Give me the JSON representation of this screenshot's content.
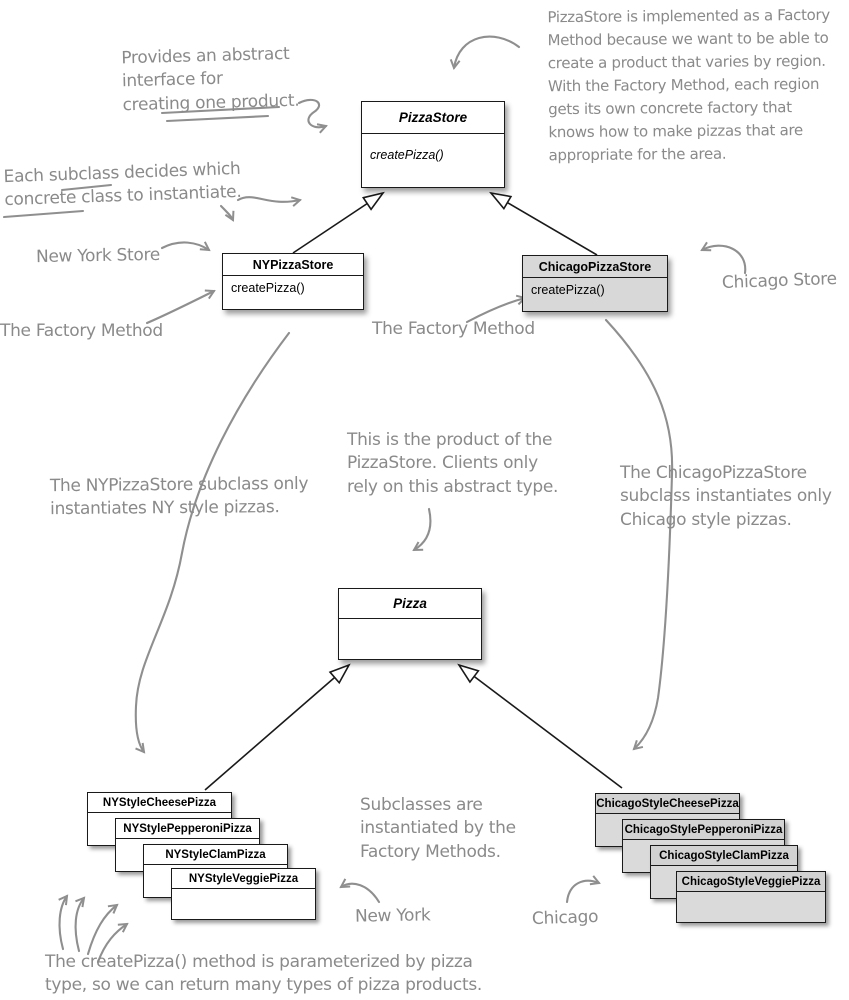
{
  "diagram": {
    "classes": {
      "pizza_store": {
        "name": "PizzaStore",
        "method": "createPizza()"
      },
      "ny_pizza_store": {
        "name": "NYPizzaStore",
        "method": "createPizza()"
      },
      "chicago_pizza_store": {
        "name": "ChicagoPizzaStore",
        "method": "createPizza()"
      },
      "pizza": {
        "name": "Pizza"
      }
    },
    "ny_products": [
      "NYStyleCheesePizza",
      "NYStylePepperoniPizza",
      "NYStyleClamPizza",
      "NYStyleVeggiePizza"
    ],
    "chicago_products": [
      "ChicagoStyleCheesePizza",
      "ChicagoStylePepperoniPizza",
      "ChicagoStyleClamPizza",
      "ChicagoStyleVeggiePizza"
    ]
  },
  "annotations": {
    "provides": "Provides an abstract\ninterface for\ncreating one product.",
    "factory_method_note": "PizzaStore is implemented as a Factory\nMethod because we want to be able to\ncreate a product that varies by region.\nWith the Factory Method, each region\ngets its own concrete factory that\nknows how to make pizzas that are\nappropriate for the area.",
    "each_subclass": "Each subclass decides which\nconcrete class to instantiate.",
    "new_york_store": "New York Store",
    "factory_method_left": "The Factory Method",
    "factory_method_mid": "The Factory Method",
    "chicago_store": "Chicago Store",
    "ny_subclass": "The NYPizzaStore subclass only\ninstantiates NY style pizzas.",
    "product_note": "This is the product of the\nPizzaStore.  Clients only\nrely on this abstract type.",
    "chicago_subclass": "The ChicagoPizzaStore\nsubclass instantiates only\nChicago style pizzas.",
    "subclasses_note": "Subclasses are\ninstantiated by the\nFactory Methods.",
    "new_york_label": "New York",
    "chicago_label": "Chicago",
    "create_pizza_note": "The createPizza() method is parameterized by pizza\ntype, so we can return many types of pizza products."
  },
  "colors": {
    "box_fill_white": "#ffffff",
    "box_fill_gray": "#d8d8d8",
    "annotation_gray": "#8a8a8a",
    "line_black": "#1a1a1a"
  }
}
